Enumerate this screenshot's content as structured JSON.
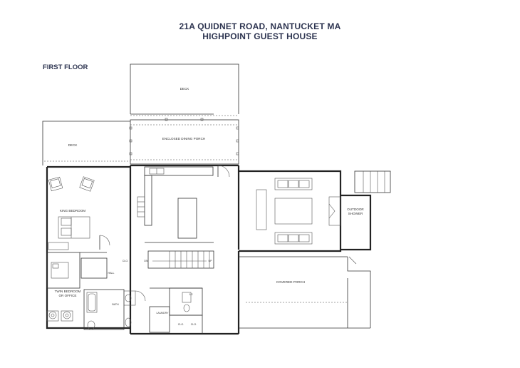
{
  "title": {
    "line1": "21A QUIDNET ROAD, NANTUCKET MA",
    "line2": "HIGHPOINT GUEST HOUSE"
  },
  "floor_label": "FIRST FLOOR",
  "rooms": {
    "deck_top": "DECK",
    "deck_left": "DECK",
    "enclosed_dining_porch": "ENCLOSED DINING PORCH",
    "king_bedroom": "KING BEDROOM",
    "outdoor_shower_1": "OUTDOOR",
    "outdoor_shower_2": "SHOWER",
    "covered_porch": "COVERED PORCH",
    "twin_bedroom_1": "TWIN BEDROOM",
    "twin_bedroom_2": "OR OFFICE",
    "clo_1": "CLO.",
    "clo_2": "CLO.",
    "clo_3": "CLO.",
    "hall": "HALL",
    "bath": "BATH",
    "laundry": "LAUNDRY",
    "half_bath": "1/2",
    "up": "UP",
    "dn": "DN"
  }
}
